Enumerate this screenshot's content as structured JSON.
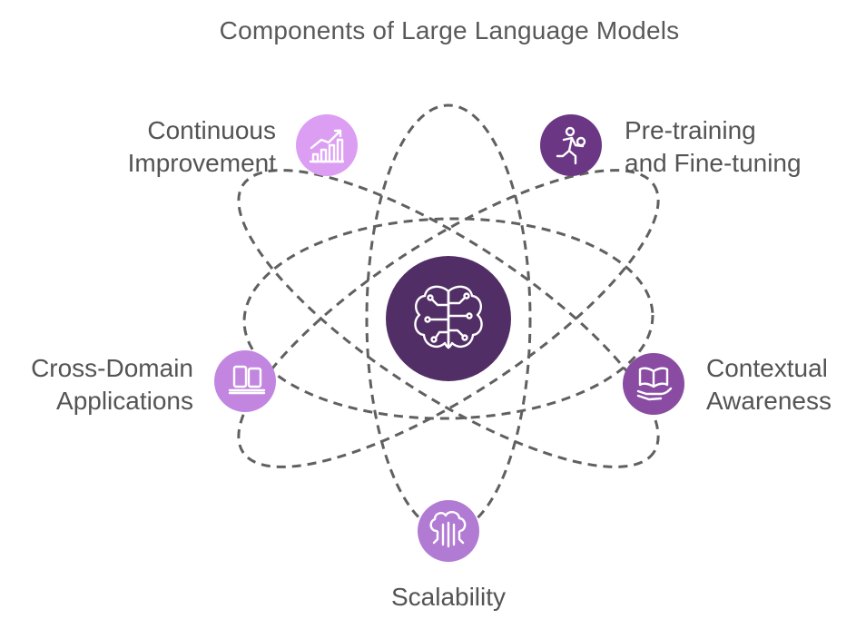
{
  "title": "Components of Large Language Models",
  "center": {
    "icon": "brain-circuit-icon",
    "color": "#522e66"
  },
  "nodes": {
    "continuous": {
      "line1": "Continuous",
      "line2": "Improvement",
      "icon": "growth-chart-icon",
      "color": "#dc9ef3"
    },
    "pretraining": {
      "line1": "Pre-training",
      "line2": "and Fine-tuning",
      "icon": "running-person-icon",
      "color": "#6b3784"
    },
    "crossdomain": {
      "line1": "Cross-Domain",
      "line2": "Applications",
      "icon": "devices-icon",
      "color": "#c286e0"
    },
    "contextual": {
      "line1": "Contextual",
      "line2": "Awareness",
      "icon": "book-in-hand-icon",
      "color": "#8a4ca3"
    },
    "scalability": {
      "line1": "Scalability",
      "icon": "cloud-circuit-icon",
      "color": "#b27bd3"
    }
  }
}
